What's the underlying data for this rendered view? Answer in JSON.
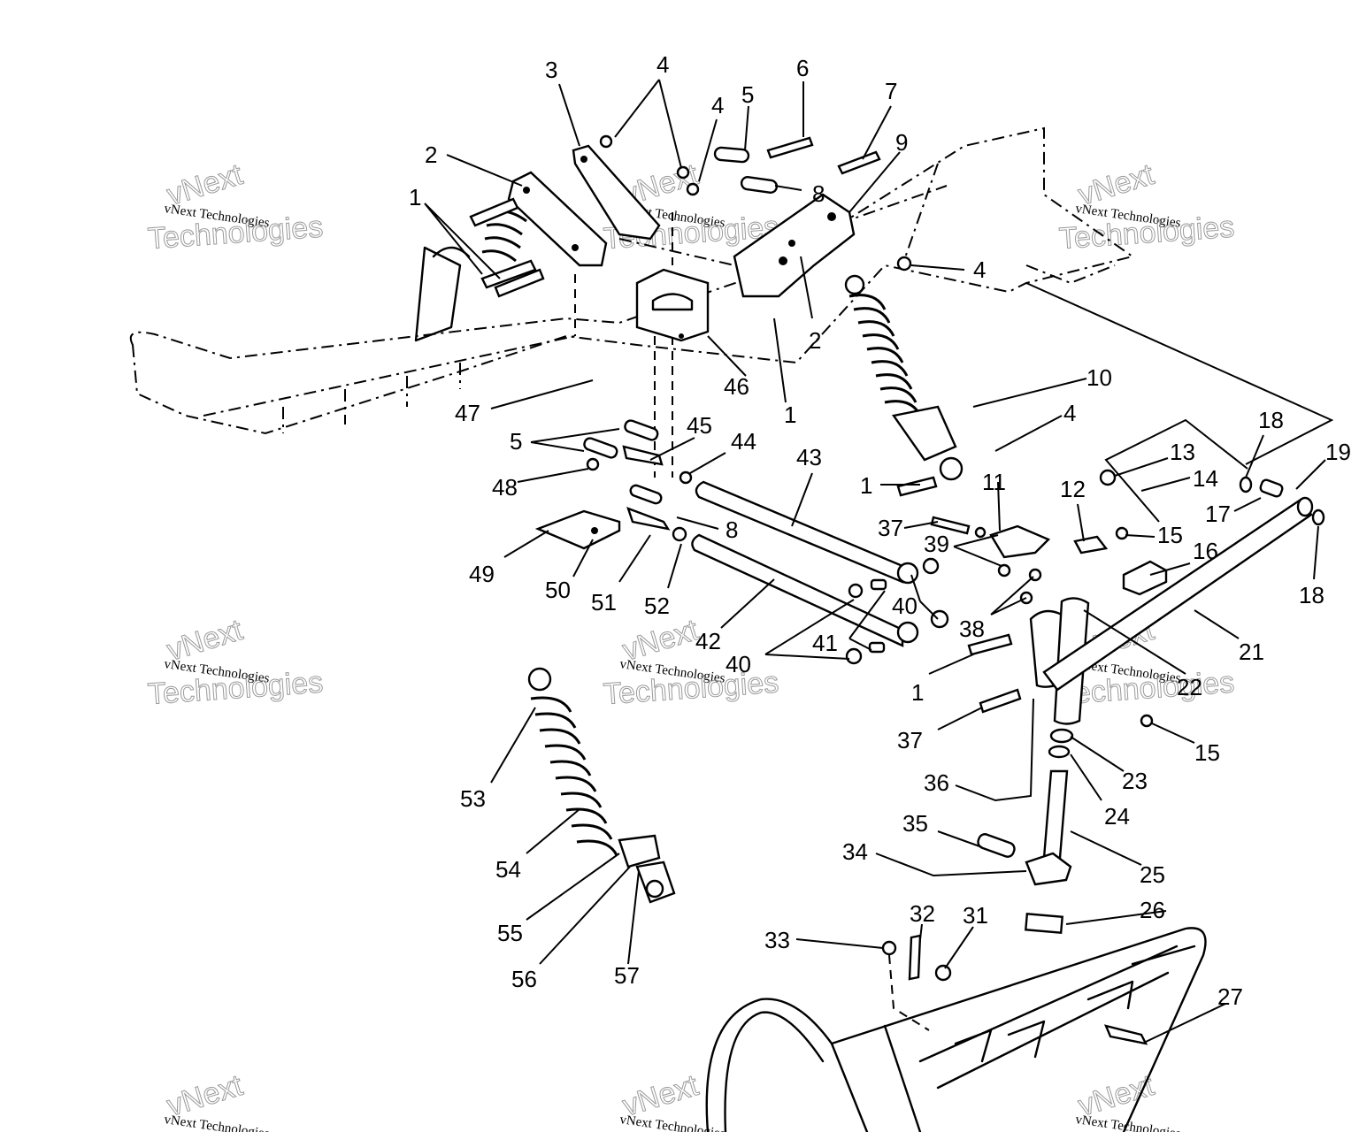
{
  "diagram": {
    "title": "Front suspension exploded parts diagram",
    "watermark": {
      "line_small": "vNext Technologies",
      "line_big_1": "vNext",
      "line_big_2": "Technologies"
    },
    "callouts": [
      {
        "id": "c1a",
        "label": "1"
      },
      {
        "id": "c2a",
        "label": "2"
      },
      {
        "id": "c3",
        "label": "3"
      },
      {
        "id": "c4a",
        "label": "4"
      },
      {
        "id": "c4b",
        "label": "4"
      },
      {
        "id": "c5a",
        "label": "5"
      },
      {
        "id": "c6",
        "label": "6"
      },
      {
        "id": "c7",
        "label": "7"
      },
      {
        "id": "c8a",
        "label": "8"
      },
      {
        "id": "c9",
        "label": "9"
      },
      {
        "id": "c4c",
        "label": "4"
      },
      {
        "id": "c2b",
        "label": "2"
      },
      {
        "id": "c1b",
        "label": "1"
      },
      {
        "id": "c46",
        "label": "46"
      },
      {
        "id": "c47",
        "label": "47"
      },
      {
        "id": "c10",
        "label": "10"
      },
      {
        "id": "c4d",
        "label": "4"
      },
      {
        "id": "c13",
        "label": "13"
      },
      {
        "id": "c14",
        "label": "14"
      },
      {
        "id": "c18a",
        "label": "18"
      },
      {
        "id": "c19",
        "label": "19"
      },
      {
        "id": "c17",
        "label": "17"
      },
      {
        "id": "c18b",
        "label": "18"
      },
      {
        "id": "c5b",
        "label": "5"
      },
      {
        "id": "c45",
        "label": "45"
      },
      {
        "id": "c44",
        "label": "44"
      },
      {
        "id": "c43",
        "label": "43"
      },
      {
        "id": "c48",
        "label": "48"
      },
      {
        "id": "c8b",
        "label": "8"
      },
      {
        "id": "c1c",
        "label": "1"
      },
      {
        "id": "c37a",
        "label": "37"
      },
      {
        "id": "c11",
        "label": "11"
      },
      {
        "id": "c12",
        "label": "12"
      },
      {
        "id": "c15a",
        "label": "15"
      },
      {
        "id": "c39",
        "label": "39"
      },
      {
        "id": "c16",
        "label": "16"
      },
      {
        "id": "c49",
        "label": "49"
      },
      {
        "id": "c50",
        "label": "50"
      },
      {
        "id": "c51",
        "label": "51"
      },
      {
        "id": "c52",
        "label": "52"
      },
      {
        "id": "c40a",
        "label": "40"
      },
      {
        "id": "c42",
        "label": "42"
      },
      {
        "id": "c41",
        "label": "41"
      },
      {
        "id": "c40b",
        "label": "40"
      },
      {
        "id": "c38",
        "label": "38"
      },
      {
        "id": "c21",
        "label": "21"
      },
      {
        "id": "c22",
        "label": "22"
      },
      {
        "id": "c1d",
        "label": "1"
      },
      {
        "id": "c37b",
        "label": "37"
      },
      {
        "id": "c15b",
        "label": "15"
      },
      {
        "id": "c23",
        "label": "23"
      },
      {
        "id": "c53",
        "label": "53"
      },
      {
        "id": "c36",
        "label": "36"
      },
      {
        "id": "c24",
        "label": "24"
      },
      {
        "id": "c35",
        "label": "35"
      },
      {
        "id": "c54",
        "label": "54"
      },
      {
        "id": "c34",
        "label": "34"
      },
      {
        "id": "c25",
        "label": "25"
      },
      {
        "id": "c26",
        "label": "26"
      },
      {
        "id": "c55",
        "label": "55"
      },
      {
        "id": "c32",
        "label": "32"
      },
      {
        "id": "c31",
        "label": "31"
      },
      {
        "id": "c33",
        "label": "33"
      },
      {
        "id": "c56",
        "label": "56"
      },
      {
        "id": "c57",
        "label": "57"
      },
      {
        "id": "c27",
        "label": "27"
      }
    ]
  }
}
